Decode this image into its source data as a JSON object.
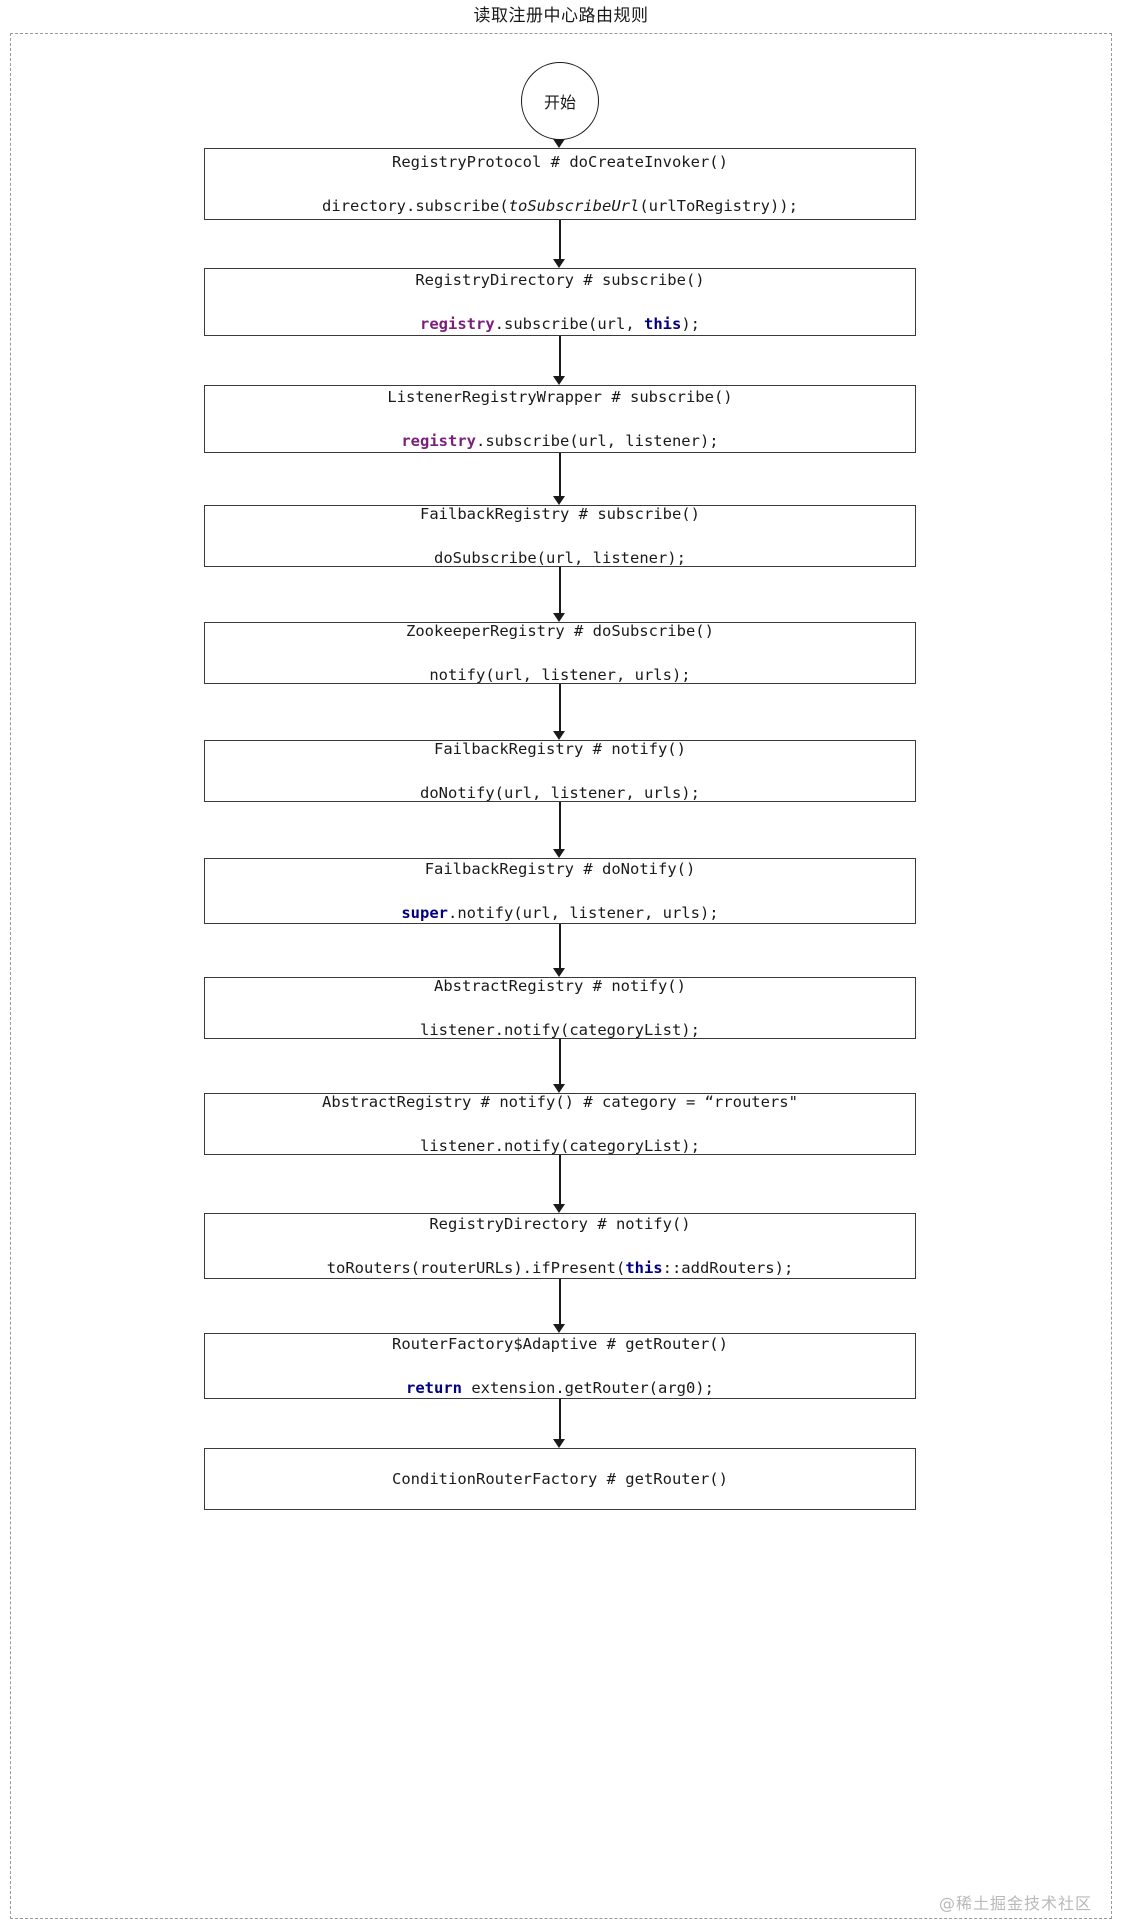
{
  "diagram": {
    "title": "读取注册中心路由规则",
    "watermark": "@稀土掘金技术社区",
    "type": "flowchart-vertical",
    "start_node": {
      "label": "开始",
      "shape": "circle"
    },
    "colors": {
      "keyword": "#000080",
      "field": "#7a1f7a",
      "text": "#1a1a1a",
      "box_border": "#3a3a3a",
      "frame_border": "#9a9a9a",
      "watermark": "#b9b9b9"
    },
    "nodes": [
      {
        "id": "node-1",
        "line1": "RegistryProtocol # doCreateInvoker()",
        "line2_parts": [
          {
            "text": "directory.subscribe(",
            "style": "plain"
          },
          {
            "text": "toSubscribeUrl",
            "style": "italic"
          },
          {
            "text": "(urlToRegistry));",
            "style": "plain"
          }
        ]
      },
      {
        "id": "node-2",
        "line1": "RegistryDirectory # subscribe()",
        "line2_parts": [
          {
            "text": "registry",
            "style": "field"
          },
          {
            "text": ".subscribe(url, ",
            "style": "plain"
          },
          {
            "text": "this",
            "style": "keyword"
          },
          {
            "text": ");",
            "style": "plain"
          }
        ]
      },
      {
        "id": "node-3",
        "line1": "ListenerRegistryWrapper # subscribe()",
        "line2_parts": [
          {
            "text": "registry",
            "style": "field"
          },
          {
            "text": ".subscribe(url, listener);",
            "style": "plain"
          }
        ]
      },
      {
        "id": "node-4",
        "line1": "FailbackRegistry # subscribe()",
        "line2_parts": [
          {
            "text": "doSubscribe(url, listener);",
            "style": "plain"
          }
        ]
      },
      {
        "id": "node-5",
        "line1": "ZookeeperRegistry # doSubscribe()",
        "line2_parts": [
          {
            "text": "notify(url, listener, urls);",
            "style": "plain"
          }
        ]
      },
      {
        "id": "node-6",
        "line1": "FailbackRegistry # notify()",
        "line2_parts": [
          {
            "text": "doNotify(url, listener, urls);",
            "style": "plain"
          }
        ]
      },
      {
        "id": "node-7",
        "line1": "FailbackRegistry # doNotify()",
        "line2_parts": [
          {
            "text": "super",
            "style": "keyword"
          },
          {
            "text": ".notify(url, listener, urls);",
            "style": "plain"
          }
        ]
      },
      {
        "id": "node-8",
        "line1": "AbstractRegistry # notify()",
        "line2_parts": [
          {
            "text": "listener.notify(categoryList);",
            "style": "plain"
          }
        ]
      },
      {
        "id": "node-9",
        "line1": "AbstractRegistry # notify() # category = “rrouters\"",
        "line2_parts": [
          {
            "text": "listener.notify(categoryList);",
            "style": "plain"
          }
        ]
      },
      {
        "id": "node-10",
        "line1": "RegistryDirectory # notify()",
        "line2_parts": [
          {
            "text": "toRouters(routerURLs).ifPresent(",
            "style": "plain"
          },
          {
            "text": "this",
            "style": "keyword"
          },
          {
            "text": "::addRouters);",
            "style": "plain"
          }
        ]
      },
      {
        "id": "node-11",
        "line1": "RouterFactory$Adaptive # getRouter()",
        "line2_parts": [
          {
            "text": "return",
            "style": "keyword"
          },
          {
            "text": " extension.getRouter(arg0);",
            "style": "plain"
          }
        ]
      },
      {
        "id": "node-12",
        "line1": "ConditionRouterFactory # getRouter()",
        "line2_parts": []
      }
    ]
  }
}
